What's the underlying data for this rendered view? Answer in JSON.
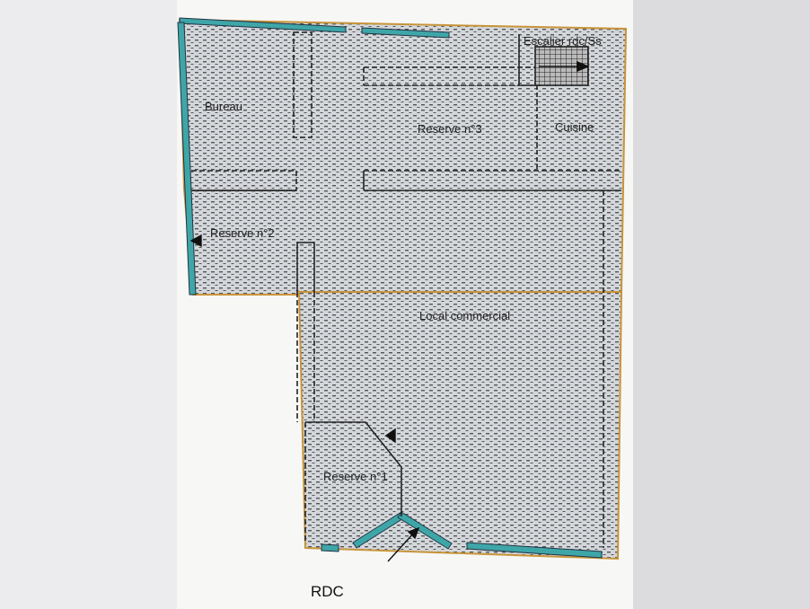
{
  "plan": {
    "level_label": "RDC",
    "rooms": {
      "escalier": "Escalier rdc/Ss",
      "bureau": "Bureau",
      "reserve3": "Reserve n°3",
      "cuisine": "Cuisine",
      "reserve2": "Reserve n°2",
      "local": "Local commercial",
      "reserve1": "Reserve n°1"
    },
    "colors": {
      "wall": "#c8943a",
      "window": "#3fa6a8",
      "fill": "#c9ced3",
      "hatch": "#444"
    }
  }
}
